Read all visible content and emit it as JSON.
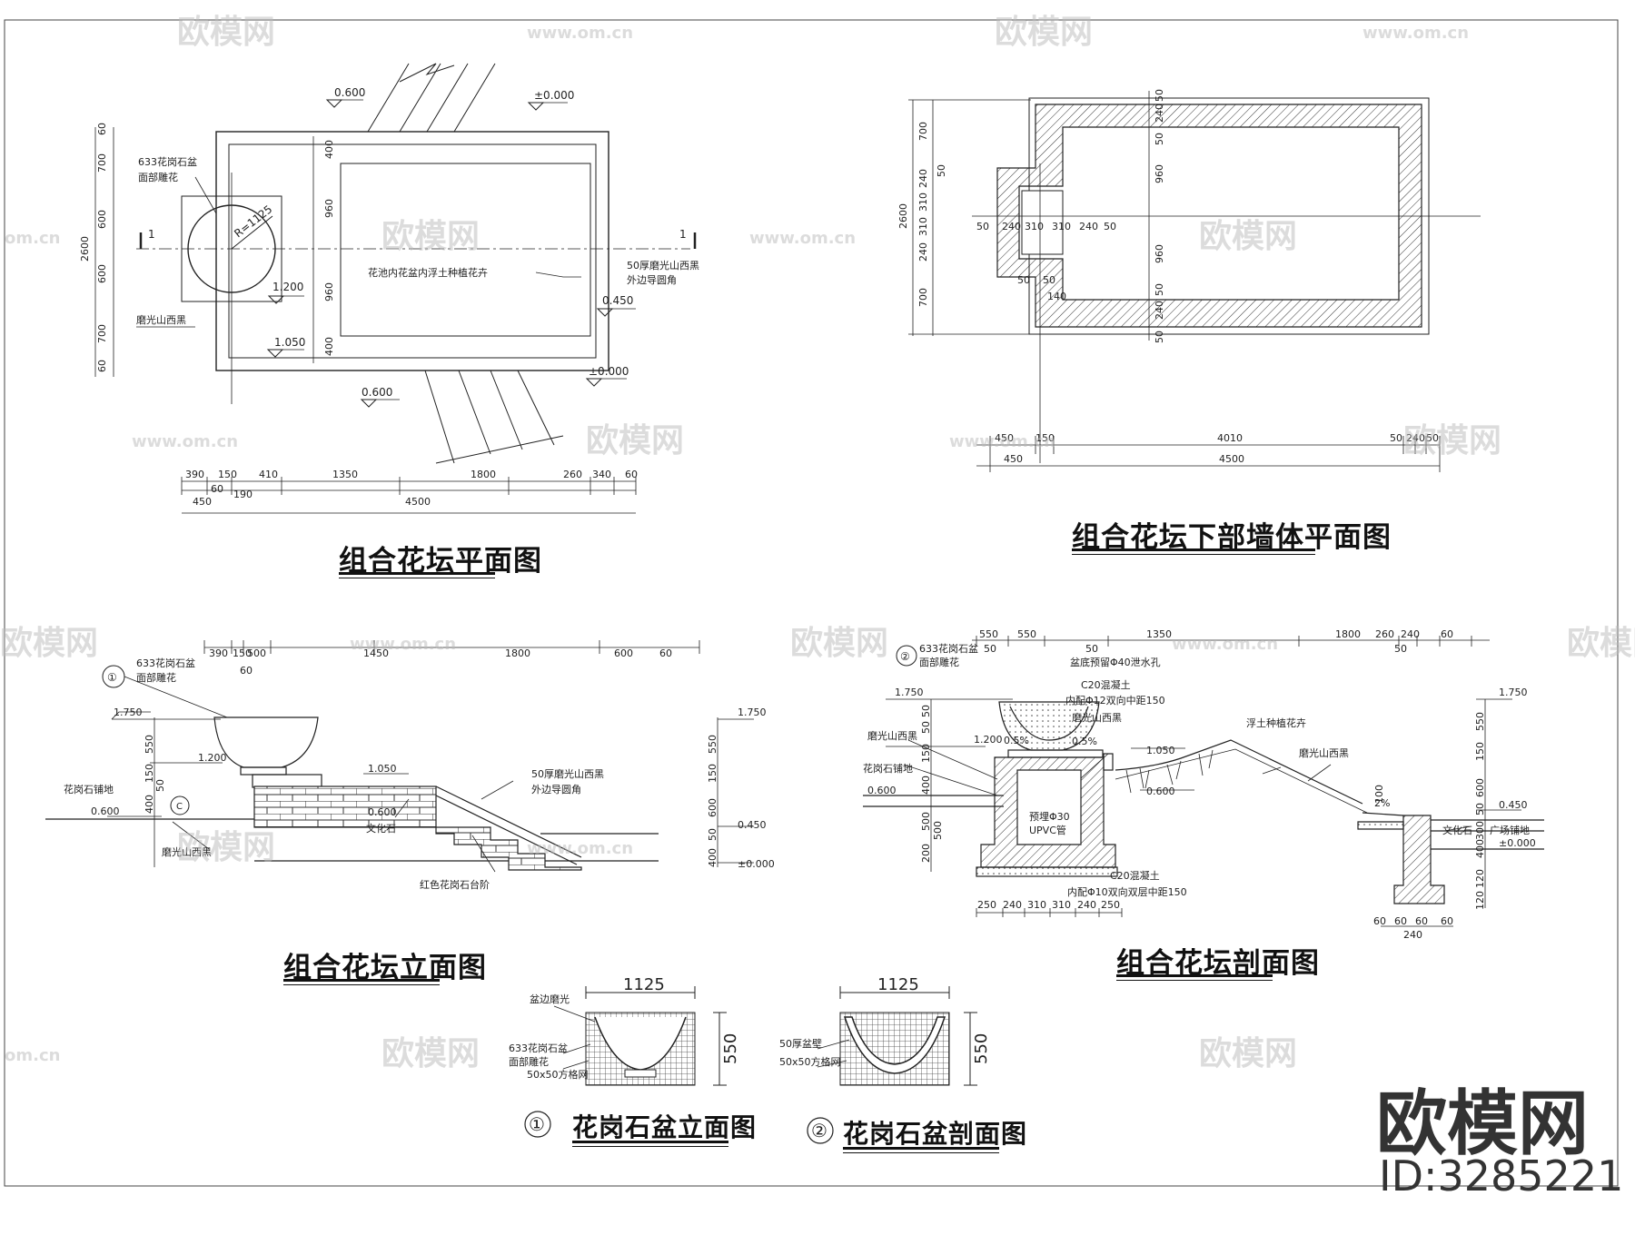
{
  "titles": {
    "plan": "组合花坛平面图",
    "wall_plan": "组合花坛下部墙体平面图",
    "elevation": "组合花坛立面图",
    "section": "组合花坛剖面图",
    "pot_elevation": "花岗石盆立面图",
    "pot_section": "花岗石盆剖面图",
    "pot_elevation_no": "①",
    "pot_section_no": "②"
  },
  "plan": {
    "level_top_left": "0.600",
    "level_top_right": "±0.000",
    "level_bottom_left": "0.600",
    "level_bottom_right": "±0.000",
    "level_1200": "1.200",
    "level_1050": "1.050",
    "level_0450": "0.450",
    "radius": "R=1125",
    "note_pot_1": "633花岗石盆",
    "note_pot_2": "面部雕花",
    "note_stone": "磨光山西黑",
    "note_center": "花池内花盆内浮土种植花卉",
    "note_edge_1": "50厚磨光山西黑",
    "note_edge_2": "外边导圆角",
    "section_mark": "1",
    "v_dims": [
      "60",
      "700",
      "600",
      "600",
      "700",
      "60"
    ],
    "v_total": "2600",
    "v_inner": [
      "400",
      "960",
      "960",
      "400"
    ],
    "row1": [
      "390",
      "150",
      "410",
      "1350",
      "1800",
      "260",
      "340",
      "60"
    ],
    "row2": [
      "60",
      "190"
    ],
    "row3_a": "450",
    "row3_b": "4500"
  },
  "wall": {
    "v_left": [
      "700",
      "240",
      "310",
      "310",
      "240",
      "700"
    ],
    "v_left_50": "50",
    "v_total": "2600",
    "v_right": [
      "50",
      "240",
      "50",
      "960",
      "960",
      "50",
      "240",
      "50"
    ],
    "h_inner": [
      "50",
      "240",
      "310",
      "310",
      "240",
      "50"
    ],
    "h_small": [
      "50",
      "50",
      "140"
    ],
    "row1": [
      "450",
      "150",
      "4010",
      "50",
      "240",
      "50"
    ],
    "row2_a": "450",
    "row2_b": "4500"
  },
  "elev": {
    "top_dims": [
      "390",
      "150",
      "500",
      "1450",
      "1800",
      "600",
      "60"
    ],
    "dim_60": "60",
    "v_left": [
      "550",
      "150",
      "50",
      "400"
    ],
    "v_right": [
      "550",
      "150",
      "600",
      "50",
      "400"
    ],
    "lv_1750_l": "1.750",
    "lv_1750_r": "1.750",
    "lv_1200": "1.200",
    "lv_1050": "1.050",
    "lv_0600": "0.600",
    "lv_0600_l": "0.600",
    "lv_0450": "0.450",
    "lv_0000": "±0.000",
    "note_pot_1": "633花岗石盆",
    "note_pot_2": "面部雕花",
    "note_paving": "花岗石铺地",
    "note_black": "磨光山西黑",
    "note_culture": "文化石",
    "note_edge_1": "50厚磨光山西黑",
    "note_edge_2": "外边导圆角",
    "note_steps": "红色花岗石台阶",
    "mark": "①",
    "mark_c": "C"
  },
  "sect": {
    "top_dims": [
      "550",
      "550",
      "1350",
      "1800",
      "260",
      "240",
      "60"
    ],
    "top_small": [
      "50",
      "50",
      "50"
    ],
    "bottom_dims": [
      "250",
      "240",
      "310",
      "310",
      "240",
      "250"
    ],
    "v_left": [
      "50",
      "50",
      "150",
      "400",
      "500",
      "200"
    ],
    "v_left_500": "500",
    "v_right": [
      "550",
      "150",
      "600",
      "50",
      "300",
      "400",
      "120",
      "120"
    ],
    "right_bottom": [
      "60",
      "60",
      "60",
      "60"
    ],
    "right_240": "240",
    "lv_1750_l": "1.750",
    "lv_1750_r": "1.750",
    "lv_1200": "1.200",
    "lv_1050": "1.050",
    "lv_0600_l": "0.600",
    "lv_0600": "0.600",
    "lv_0450": "0.450",
    "lv_0000": "±0.000",
    "slope_1": "0.5%",
    "slope_2": "0.5%",
    "slope_3": "2%",
    "dim_100": "100",
    "mark": "②",
    "note_pot_1": "633花岗石盆",
    "note_pot_2": "面部雕花",
    "note_drain": "盆底预留Φ40泄水孔",
    "note_c20_1": "C20混凝土",
    "note_c20_2": "内配Φ12双向中距150",
    "note_black": "磨光山西黑",
    "note_black_l": "磨光山西黑",
    "note_paving": "花岗石铺地",
    "note_soil": "浮土种植花卉",
    "note_black_r": "磨光山西黑",
    "note_culture": "文化石",
    "note_square": "广场铺地",
    "note_pipe_1": "预埋Φ30",
    "note_pipe_2": "UPVC管",
    "note_base_1": "C20混凝土",
    "note_base_2": "内配Φ10双向双层中距150"
  },
  "pot_e": {
    "width": "1125",
    "height": "550",
    "note_polish": "盆边磨光",
    "note_1": "633花岗石盆",
    "note_2": "面部雕花",
    "note_3": "50x50方格网"
  },
  "pot_s": {
    "width": "1125",
    "height": "550",
    "note_1": "50厚盆壁",
    "note_2": "50x50方格网"
  },
  "brand": {
    "name": "欧模网",
    "id": "ID:3285221",
    "wm_text": "欧模网",
    "wm_url": "www.om.cn",
    "wm_url_short": "om.cn"
  }
}
